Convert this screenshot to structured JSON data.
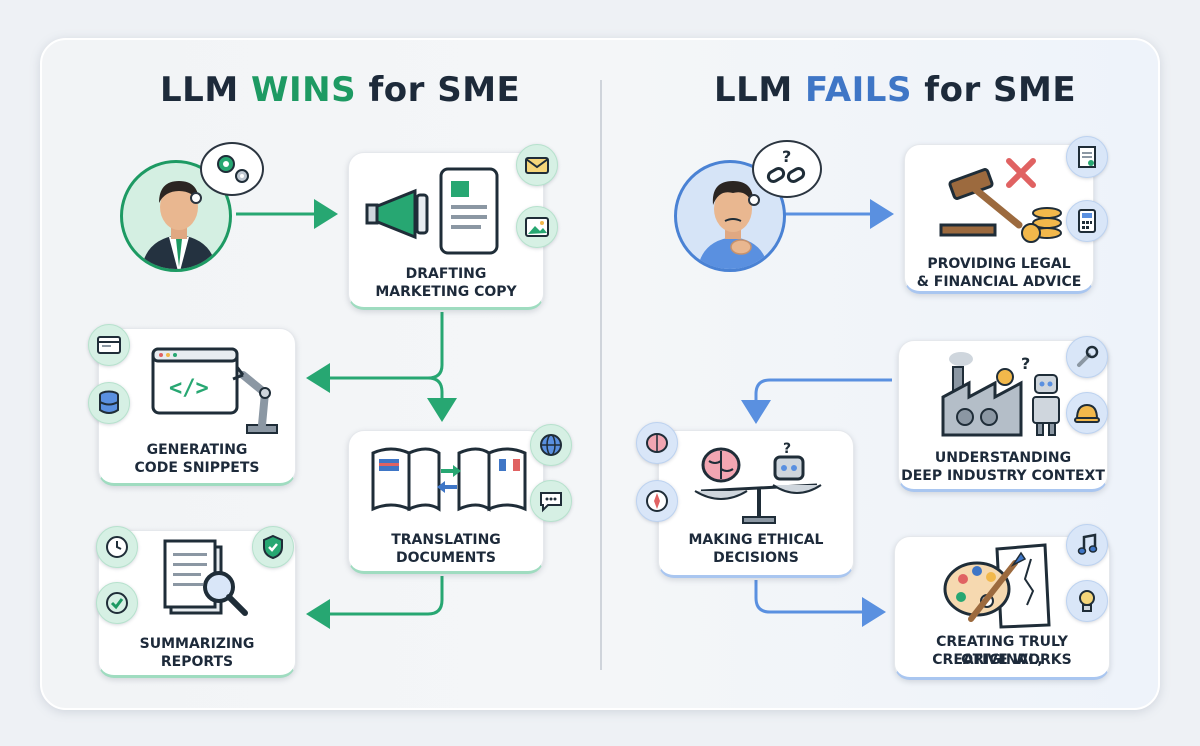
{
  "left": {
    "title_prefix": "LLM ",
    "title_highlight": "WINS",
    "title_suffix": " for SME",
    "accent": "#1d9a63",
    "items": [
      {
        "label_1": "DRAFTING",
        "label_2": "MARKETING COPY"
      },
      {
        "label_1": "GENERATING",
        "label_2": "CODE SNIPPETS"
      },
      {
        "label_1": "TRANSLATING",
        "label_2": "DOCUMENTS"
      },
      {
        "label_1": "SUMMARIZING",
        "label_2": "REPORTS"
      }
    ]
  },
  "right": {
    "title_prefix": "LLM ",
    "title_highlight": "FAILS",
    "title_suffix": " for SME",
    "accent": "#3f76c6",
    "items": [
      {
        "label_1": "PROVIDING LEGAL",
        "label_2": "& FINANCIAL ADVICE"
      },
      {
        "label_1": "UNDERSTANDING",
        "label_2": "DEEP INDUSTRY CONTEXT"
      },
      {
        "label_1": "MAKING ETHICAL",
        "label_2": "DECISIONS"
      },
      {
        "label_1": "CREATING TRULY ORIGINAL,",
        "label_2": "CREATIVE WORKS"
      }
    ]
  }
}
